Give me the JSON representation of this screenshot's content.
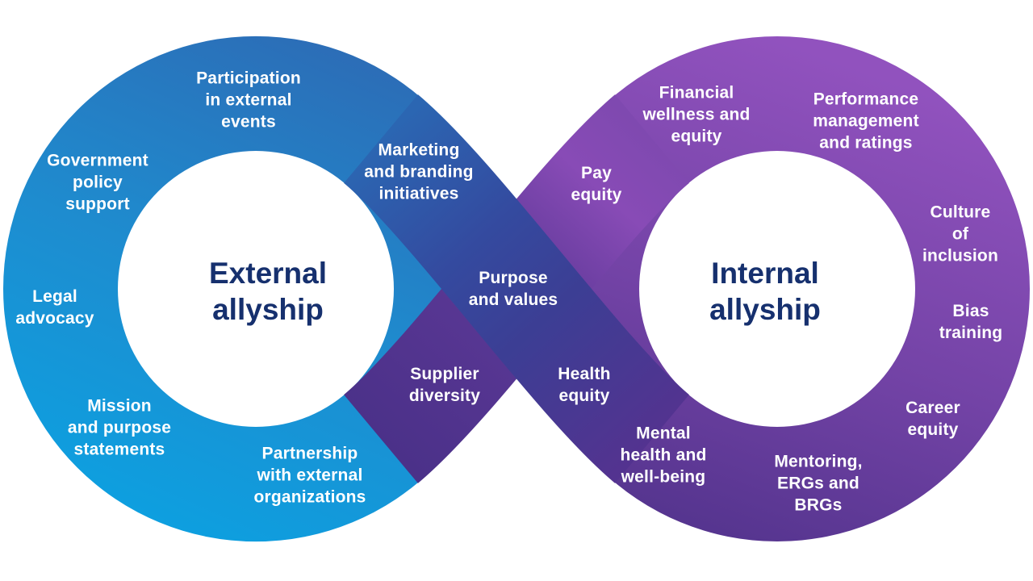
{
  "diagram": {
    "type": "infinity-loop allyship diagram",
    "colors": {
      "blue_bottom": "#0BA2E2",
      "blue_top": "#2D6BB5",
      "cross_navy": "#3C3E94",
      "purple_top": "#9152BE",
      "purple_bottom": "#54348E",
      "cross_purple": "#4B3189",
      "title_text": "#16306E",
      "label_text": "#FFFFFF"
    },
    "left_loop": {
      "title": "External\nallyship",
      "labels": [
        {
          "text": "Participation\nin external\nevents"
        },
        {
          "text": "Government\npolicy\nsupport"
        },
        {
          "text": "Legal\nadvocacy"
        },
        {
          "text": "Mission\nand purpose\nstatements"
        },
        {
          "text": "Partnership\nwith external\norganizations"
        },
        {
          "text": "Supplier\ndiversity"
        },
        {
          "text": "Marketing\nand branding\ninitiatives"
        }
      ]
    },
    "shared_label": "Purpose\nand values",
    "right_loop": {
      "title": "Internal\nallyship",
      "labels": [
        {
          "text": "Financial\nwellness and\nequity"
        },
        {
          "text": "Performance\nmanagement\nand ratings"
        },
        {
          "text": "Pay\nequity"
        },
        {
          "text": "Culture of\ninclusion"
        },
        {
          "text": "Bias\ntraining"
        },
        {
          "text": "Career\nequity"
        },
        {
          "text": "Mentoring,\nERGs and\nBRGs"
        },
        {
          "text": "Mental\nhealth and\nwell-being"
        },
        {
          "text": "Health\nequity"
        }
      ]
    }
  }
}
